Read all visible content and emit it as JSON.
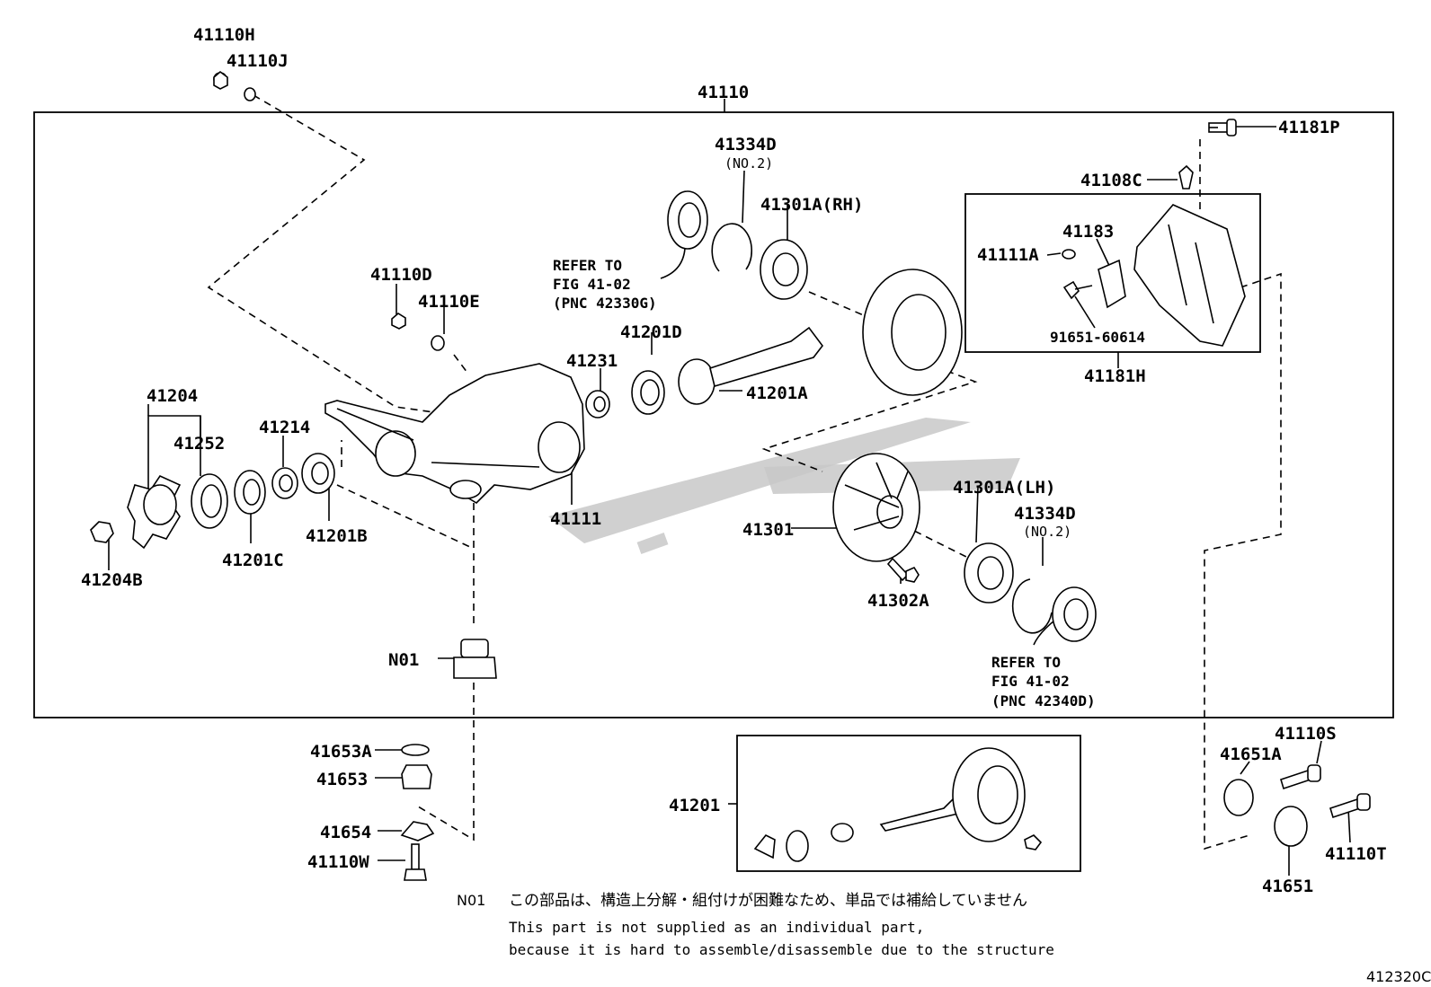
{
  "labels": {
    "p41110": "41110",
    "p41110H": "41110H",
    "p41110J": "41110J",
    "p41110D": "41110D",
    "p41110E": "41110E",
    "p41334D_top": "41334D",
    "no2_top": "(NO.2)",
    "p41301A_RH": "41301A(RH)",
    "p41181P": "41181P",
    "p41108C": "41108C",
    "p41183": "41183",
    "p41111A": "41111A",
    "p91651": "91651-60614",
    "p41181H": "41181H",
    "p41201D": "41201D",
    "p41231": "41231",
    "p41201A": "41201A",
    "p41204": "41204",
    "p41252": "41252",
    "p41214": "41214",
    "p41201B": "41201B",
    "p41201C": "41201C",
    "p41204B": "41204B",
    "p41111": "41111",
    "p41301": "41301",
    "p41301A_LH": "41301A(LH)",
    "p41334D_bot": "41334D",
    "no2_bot": "(NO.2)",
    "p41302A": "41302A",
    "N01": "N01",
    "p41653A": "41653A",
    "p41653": "41653",
    "p41654": "41654",
    "p41110W": "41110W",
    "p41201": "41201",
    "p41110S": "41110S",
    "p41651A": "41651A",
    "p41110T": "41110T",
    "p41651": "41651"
  },
  "refer_top": [
    "REFER TO",
    "FIG 41-02",
    "(PNC 42330G)"
  ],
  "refer_bottom": [
    "REFER TO",
    "FIG 41-02",
    "(PNC 42340D)"
  ],
  "note": {
    "code": "N01",
    "japanese": "この部品は、構造上分解・組付けが困難なため、単品では補給していません",
    "english_line1": "This part is not supplied as an individual part,",
    "english_line2": "because it is hard to assemble/disassemble due to the structure"
  },
  "figure_id": "412320C"
}
